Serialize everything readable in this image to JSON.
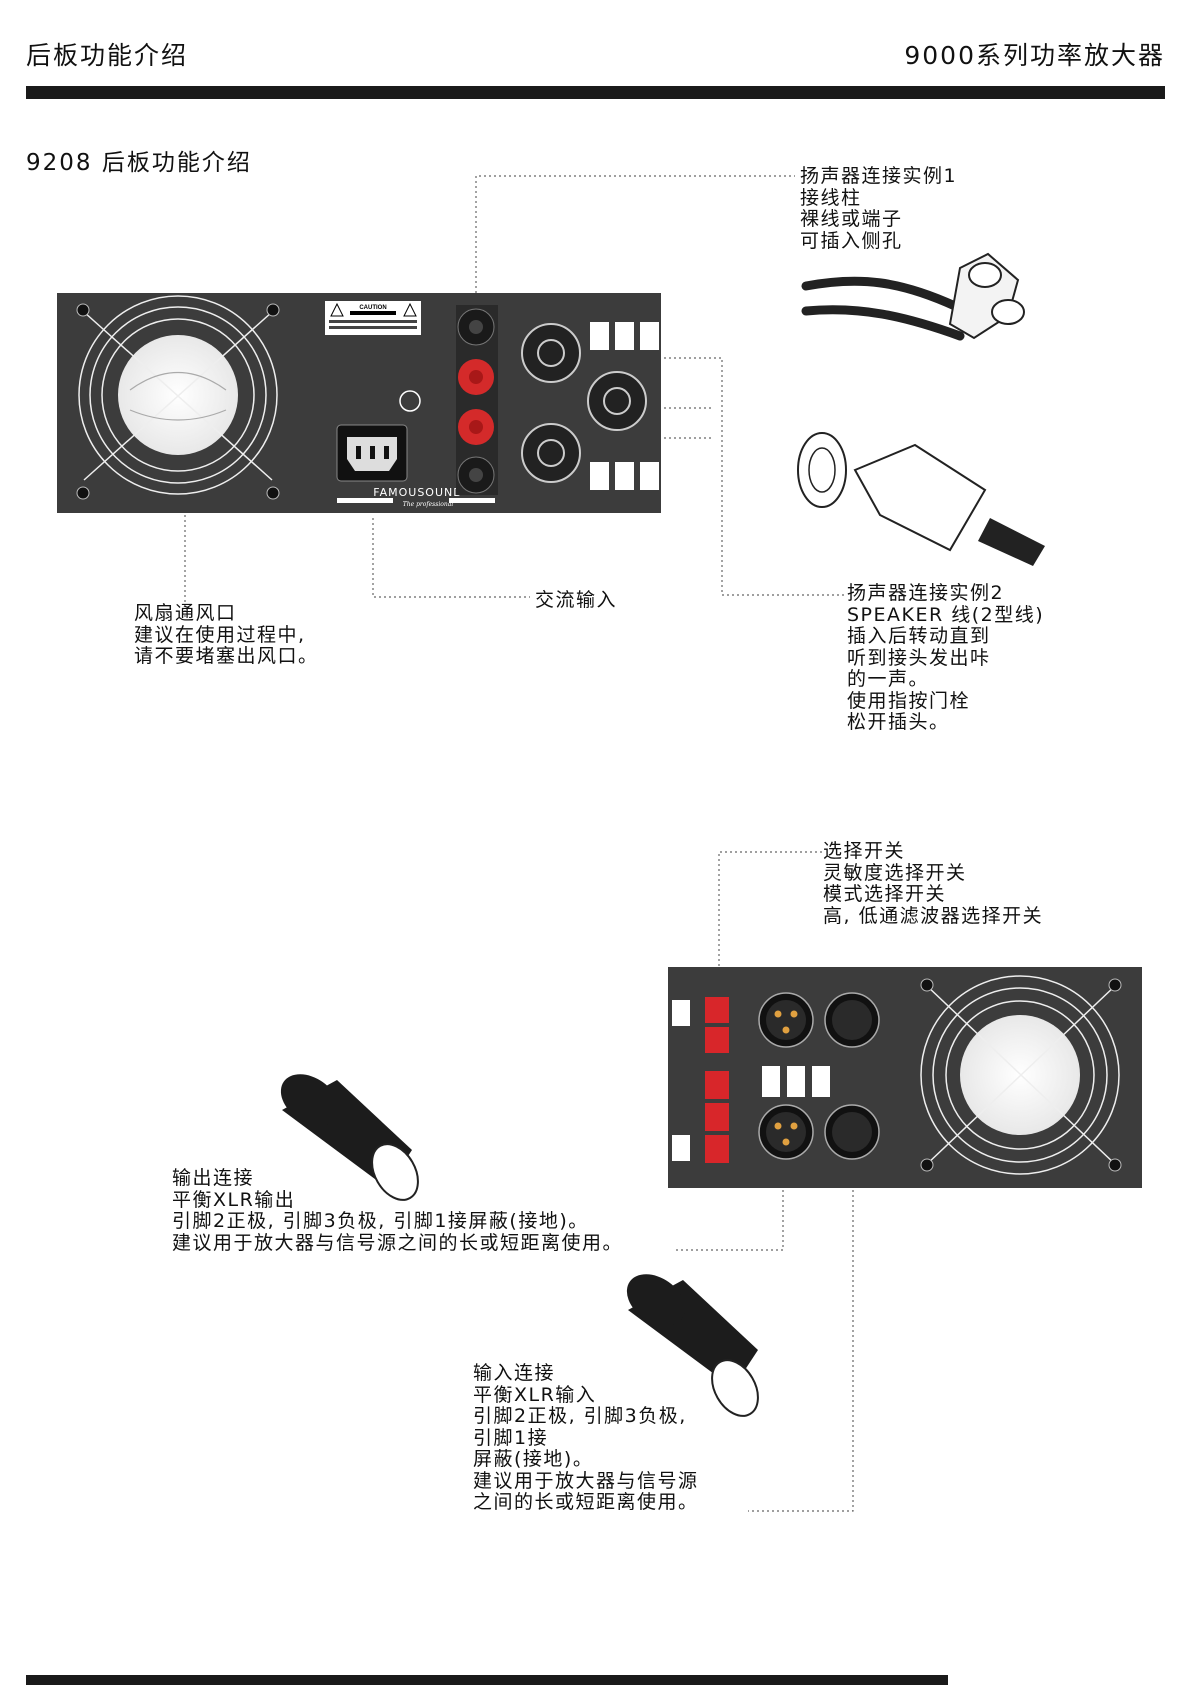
{
  "header": {
    "left": "后板功能介绍",
    "right": "9000系列功率放大器"
  },
  "section_title": "9208 后板功能介绍",
  "panel_top": {
    "caution_title": "CAUTION",
    "brand": "FAMOUSOUND",
    "slogan": "The professional"
  },
  "notes": {
    "speaker1": [
      "扬声器连接实例1",
      "接线柱",
      "裸线或端子",
      "可插入侧孔"
    ],
    "fan": [
      "风扇通风口",
      "建议在使用过程中,",
      "请不要堵塞出风口。"
    ],
    "ac_input": "交流输入",
    "speaker2": [
      "扬声器连接实例2",
      "SPEAKER 线(2型线)",
      "插入后转动直到",
      "听到接头发出咔",
      "的一声。",
      "使用指按门栓",
      "松开插头。"
    ],
    "switches": [
      "选择开关",
      "灵敏度选择开关",
      "模式选择开关",
      "高, 低通滤波器选择开关"
    ],
    "output": [
      "输出连接",
      "平衡XLR输出",
      "引脚2正极, 引脚3负极, 引脚1接屏蔽(接地)。",
      "建议用于放大器与信号源之间的长或短距离使用。"
    ],
    "input": [
      "输入连接",
      "平衡XLR输入",
      "引脚2正极, 引脚3负极,",
      "引脚1接",
      "屏蔽(接地)。",
      "建议用于放大器与信号源",
      "之间的长或短距离使用。"
    ]
  },
  "colors": {
    "panel": "#3c3c3c",
    "red_post": "#d42a2a",
    "dip_red": "#d8262a",
    "bar": "#1a1a1a"
  }
}
